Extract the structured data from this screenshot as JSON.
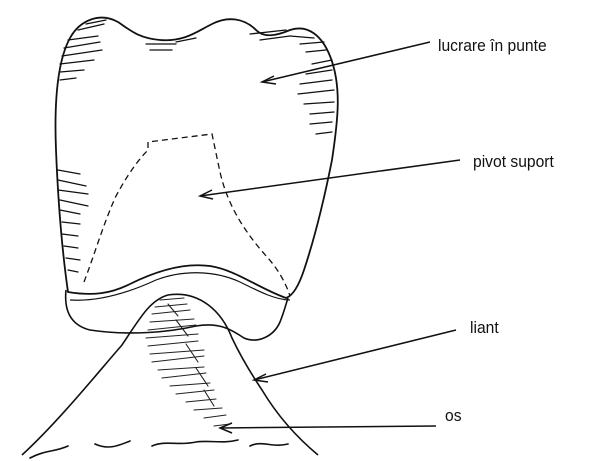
{
  "labels": {
    "crown": "lucrare în punte",
    "pivot": "pivot suport",
    "liant": "liant",
    "bone": "os"
  },
  "colors": {
    "ink": "#111111",
    "background": "#ffffff"
  }
}
